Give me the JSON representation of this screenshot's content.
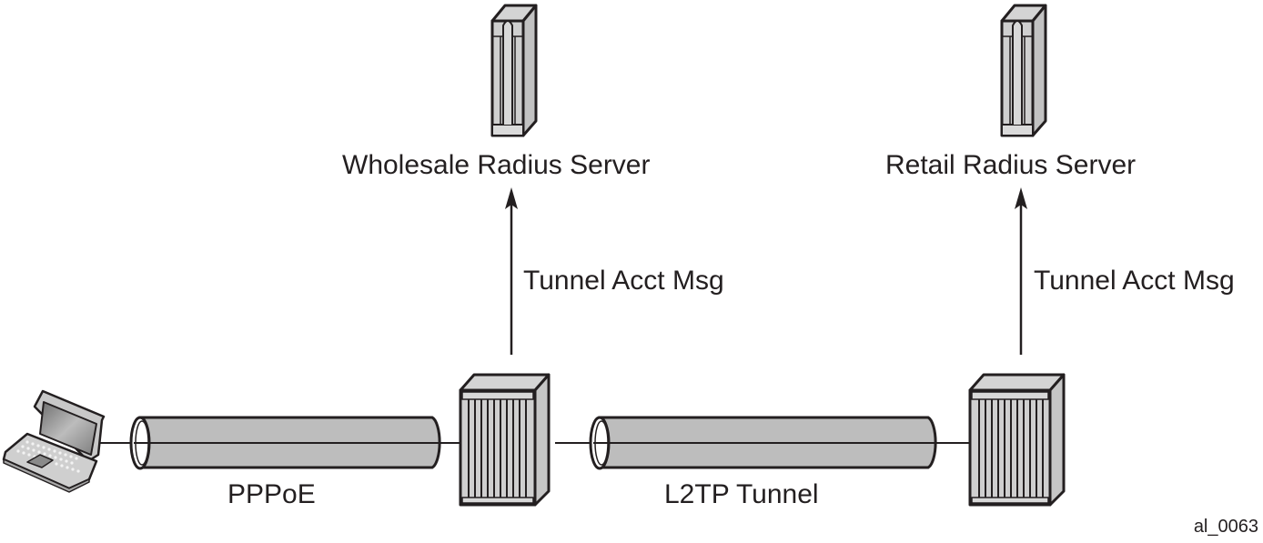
{
  "diagram": {
    "nodes": {
      "client": {
        "label": "",
        "icon": "laptop-icon"
      },
      "lac": {
        "label": "",
        "icon": "router-icon"
      },
      "lns": {
        "label": "",
        "icon": "router-icon"
      },
      "wholesale_radius": {
        "label": "Wholesale Radius Server",
        "icon": "server-tower-icon"
      },
      "retail_radius": {
        "label": "Retail Radius Server",
        "icon": "server-tower-icon"
      }
    },
    "links": {
      "pppoe": {
        "label": "PPPoE",
        "type": "tunnel"
      },
      "l2tp": {
        "label": "L2TP Tunnel",
        "type": "tunnel"
      },
      "acct_wholesale": {
        "label": "Tunnel Acct Msg",
        "type": "arrow"
      },
      "acct_retail": {
        "label": "Tunnel Acct Msg",
        "type": "arrow"
      }
    },
    "figure_id": "al_0063"
  },
  "colors": {
    "stroke": "#231f20",
    "fill_light": "#d4d4d4",
    "fill_mid": "#bdbdbd",
    "fill_dark": "#a8a8a8"
  }
}
